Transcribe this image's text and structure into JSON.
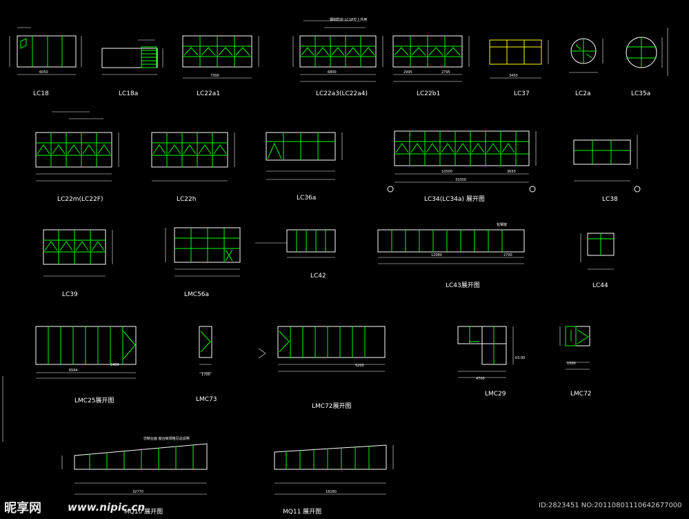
{
  "drawing": {
    "row1": {
      "lc18": "LC18",
      "lc18a": "LC18a",
      "lc22a1": "LC22a1",
      "lc22a3": "LC22a3(LC22a4)",
      "lc22b1": "LC22b1",
      "lc37": "LC37",
      "lc2a": "LC2a",
      "lc35a": "LC35a"
    },
    "row2": {
      "lc22m": "LC22m(LC22F)",
      "lc22h": "LC22h",
      "lc36a": "LC36a",
      "lc34": "LC34(LC34a) 展开图",
      "lc38": "LC38"
    },
    "row3": {
      "lc39": "LC39",
      "lmc56a": "LMC56a",
      "lc42": "LC42",
      "lc43": "LC43展开图",
      "lc44": "LC44"
    },
    "row4": {
      "lmc25": "LMC25展开图",
      "lmc73": "LMC73",
      "lmc72exp": "LMC72展开图",
      "lmc29": "LMC29",
      "lmc72": "LMC72"
    },
    "row5": {
      "left": "MQ10 展开图",
      "right": "MQ11 展开图"
    },
    "dims": {
      "d1": "6050",
      "d2": "7300",
      "d3": "6800",
      "d4": "3450",
      "d5": "2995",
      "d6": "2795",
      "d7": "10500",
      "d8": "3650",
      "d9": "33300",
      "d10": "12080",
      "d11": "2700",
      "d12": "6564",
      "d13": "2400",
      "d14": "5200",
      "d15": "4700",
      "d16": "1500",
      "d17": "1700",
      "d18": "32770",
      "d19": "18180",
      "d20": "±0.00"
    },
    "notes": {
      "n1": "钢材防护 LC18拉上共用",
      "n2": "包钢窗",
      "n3": "仿制台面 窗台板规格见总说明"
    }
  },
  "watermark": {
    "logo": "昵享网",
    "url": "www.nipic.cn",
    "id_text": "ID:2823451 NO:20110801110642677000"
  }
}
